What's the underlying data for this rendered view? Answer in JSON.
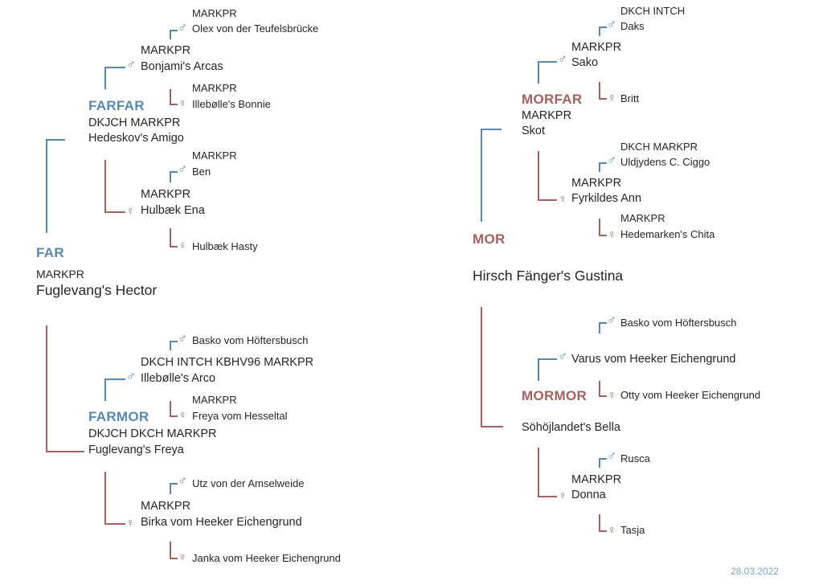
{
  "labels": {
    "far": "FAR",
    "farfar": "FARFAR",
    "farmor": "FARMOR",
    "mor": "MOR",
    "morfar": "MORFAR",
    "mormor": "MORMOR"
  },
  "icons": {
    "male": "male-symbol-icon",
    "female": "female-symbol-icon"
  },
  "colors": {
    "male": "#5a88ac",
    "female": "#a3625f"
  },
  "date": "28.03.2022",
  "sire": {
    "titles": "MARKPR",
    "name": "Fuglevang's Hector",
    "sire": {
      "titles": "DKJCH MARKPR",
      "name": "Hedeskov's Amigo",
      "sire": {
        "titles": "MARKPR",
        "name": "Bonjami's Arcas",
        "sire": {
          "titles": "MARKPR",
          "name": "Olex von der Teufelsbrücke"
        },
        "dam": {
          "titles": "MARKPR",
          "name": "Illebølle's Bonnie"
        }
      },
      "dam": {
        "titles": "MARKPR",
        "name": "Hulbæk Ena",
        "sire": {
          "titles": "MARKPR",
          "name": "Ben"
        },
        "dam": {
          "titles": "",
          "name": "Hulbæk Hasty"
        }
      }
    },
    "dam": {
      "titles": "DKJCH DKCH MARKPR",
      "name": "Fuglevang's Freya",
      "sire": {
        "titles": "DKCH INTCH KBHV96 MARKPR",
        "name": "Illebølle's Arco",
        "sire": {
          "titles": "",
          "name": "Basko vom Höftersbusch"
        },
        "dam": {
          "titles": "MARKPR",
          "name": "Freya vom Hesseltal"
        }
      },
      "dam": {
        "titles": "MARKPR",
        "name": "Birka vom Heeker Eichengrund",
        "sire": {
          "titles": "",
          "name": "Utz von der Amselweide"
        },
        "dam": {
          "titles": "",
          "name": "Janka vom Heeker Eichengrund"
        }
      }
    }
  },
  "dam": {
    "titles": "",
    "name": "Hirsch Fänger's Gustina",
    "sire": {
      "titles": "MARKPR",
      "name": "Skot",
      "sire": {
        "titles": "MARKPR",
        "name": "Sako",
        "sire": {
          "titles": "DKCH INTCH",
          "name": "Daks"
        },
        "dam": {
          "titles": "",
          "name": "Britt"
        }
      },
      "dam": {
        "titles": "MARKPR",
        "name": "Fyrkildes Ann",
        "sire": {
          "titles": "DKCH MARKPR",
          "name": "Uldjydens C. Ciggo"
        },
        "dam": {
          "titles": "MARKPR",
          "name": "Hedemarken's Chita"
        }
      }
    },
    "dam": {
      "titles": "",
      "name": "Söhöjlandet's Bella",
      "sire": {
        "titles": "",
        "name": "Varus vom Heeker Eichengrund",
        "sire": {
          "titles": "",
          "name": "Basko vom Höftersbusch"
        },
        "dam": {
          "titles": "",
          "name": "Otty vom Heeker Eichengrund"
        }
      },
      "dam": {
        "titles": "MARKPR",
        "name": "Donna",
        "sire": {
          "titles": "",
          "name": "Rusca"
        },
        "dam": {
          "titles": "",
          "name": "Tasja"
        }
      }
    }
  }
}
